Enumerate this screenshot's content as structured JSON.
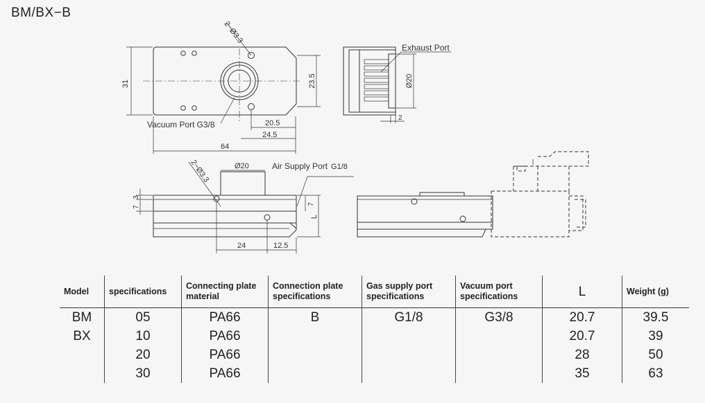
{
  "title": "BM/BX−B",
  "drawing": {
    "dims": {
      "hole_top": "2−Ø3.3",
      "height_31": "31",
      "height_23_5": "23.5",
      "len_20_5": "20.5",
      "len_24_5": "24.5",
      "len_64": "64",
      "dia_20_side": "Ø20",
      "len_2": "2",
      "hole_front": "2−Ø3.3",
      "dia_20_front": "Ø20",
      "h_7_left": "7",
      "h_3": "3",
      "h_7_right": "7",
      "h_L": "L",
      "len_24": "24",
      "len_12_5": "12.5"
    },
    "labels": {
      "vacuum_port": "Vacuum Port",
      "vacuum_thread": "G3/8",
      "exhaust_port": "Exhaust Port",
      "air_supply_port": "Air Supply Port",
      "air_thread": "G1/8"
    }
  },
  "table": {
    "headers": {
      "model": "Model",
      "spec": "specifications",
      "plate_mat_1": "Connecting plate",
      "plate_mat_2": "material",
      "plate_spec_1": "Connection plate",
      "plate_spec_2": "specifications",
      "gas_1": "Gas supply port",
      "gas_2": "specifications",
      "vac_1": "Vacuum port",
      "vac_2": "specifications",
      "L": "L",
      "weight": "Weight (g)"
    },
    "rows": [
      {
        "model": "BM",
        "spec": "05",
        "material": "PA66",
        "plate": "B",
        "gas": "G1/8",
        "vacuum": "G3/8",
        "L": "20.7",
        "weight": "39.5"
      },
      {
        "model": "BX",
        "spec": "10",
        "material": "PA66",
        "plate": "",
        "gas": "",
        "vacuum": "",
        "L": "20.7",
        "weight": "39"
      },
      {
        "model": "",
        "spec": "20",
        "material": "PA66",
        "plate": "",
        "gas": "",
        "vacuum": "",
        "L": "28",
        "weight": "50"
      },
      {
        "model": "",
        "spec": "30",
        "material": "PA66",
        "plate": "",
        "gas": "",
        "vacuum": "",
        "L": "35",
        "weight": "63"
      }
    ]
  }
}
